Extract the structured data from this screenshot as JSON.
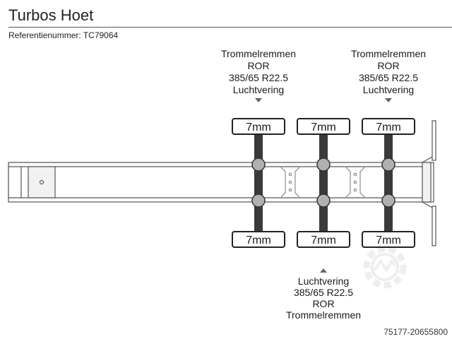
{
  "header": {
    "title": "Turbos Hoet",
    "reference": "Referentienummer: TC79064"
  },
  "axles": [
    {
      "top_tire": "7mm",
      "bottom_tire": "7mm",
      "top_spec": [
        "Trommelremmen",
        "ROR",
        "385/65 R22.5",
        "Luchtvering"
      ],
      "bottom_spec": []
    },
    {
      "top_tire": "7mm",
      "bottom_tire": "7mm",
      "top_spec": [],
      "bottom_spec": [
        "Luchtvering",
        "385/65 R22.5",
        "ROR",
        "Trommelremmen"
      ]
    },
    {
      "top_tire": "7mm",
      "bottom_tire": "7mm",
      "top_spec": [
        "Trommelremmen",
        "ROR",
        "385/65 R22.5",
        "Luchtvering"
      ],
      "bottom_spec": []
    }
  ],
  "watermark": {
    "icon": "gear-watermark-icon"
  },
  "footer": {
    "listing_id": "75177-20655800"
  },
  "colors": {
    "axle_fill": "#3a3a3a",
    "hub_fill": "#b0b0b0",
    "tire_fill": "#ffffff",
    "frame_stroke": "#555555"
  }
}
